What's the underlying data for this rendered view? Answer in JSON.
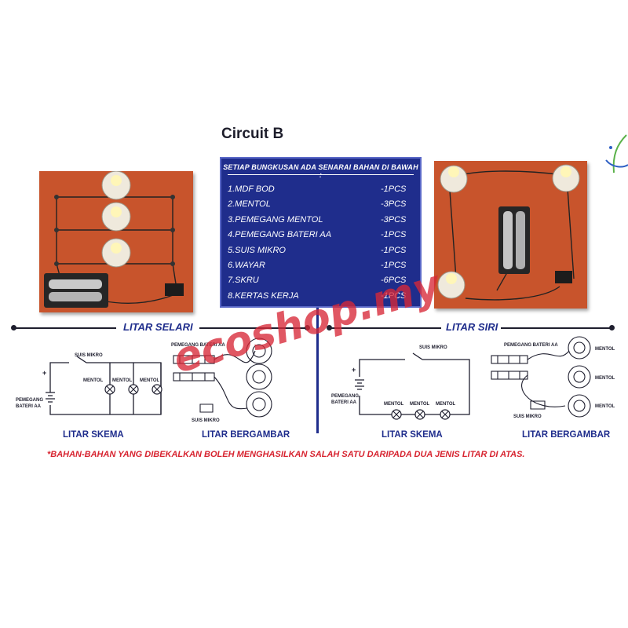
{
  "title": "Circuit B",
  "panel": {
    "heading": "SETIAP BUNGKUSAN ADA SENARAI BAHAN DI BAWAH :",
    "items": [
      {
        "name": "1.MDF BOD",
        "qty": "-1PCS"
      },
      {
        "name": "2.MENTOL",
        "qty": "-3PCS"
      },
      {
        "name": "3.PEMEGANG MENTOL",
        "qty": "-3PCS"
      },
      {
        "name": "4.PEMEGANG BATERI AA",
        "qty": "-1PCS"
      },
      {
        "name": "5.SUIS MIKRO",
        "qty": "-1PCS"
      },
      {
        "name": "6.WAYAR",
        "qty": "-1PCS"
      },
      {
        "name": "7.SKRU",
        "qty": "-6PCS"
      },
      {
        "name": "8.KERTAS KERJA",
        "qty": "-1PCS"
      }
    ]
  },
  "left_section": {
    "title": "LITAR SELARI",
    "schematic": {
      "switch_label": "SUIS MIKRO",
      "bulb_labels": [
        "MENTOL",
        "MENTOL",
        "MENTOL"
      ],
      "battery_label": "PEMEGANG BATERI AA",
      "caption": "LITAR SKEMA"
    },
    "pictorial": {
      "battery_label": "PEMEGANG BATERI AA",
      "switch_label": "SUIS MIKRO",
      "caption": "LITAR BERGAMBAR"
    }
  },
  "right_section": {
    "title": "LITAR SIRI",
    "schematic": {
      "switch_label": "SUIS MIKRO",
      "bulb_labels": [
        "MENTOL",
        "MENTOL",
        "MENTOL"
      ],
      "battery_label": "PEMEGANG BATERI AA",
      "caption": "LITAR SKEMA"
    },
    "pictorial": {
      "battery_label": "PEMEGANG BATERI AA",
      "bulb_labels": [
        "MENTOL",
        "MENTOL",
        "MENTOL"
      ],
      "switch_label": "SUIS MIKRO",
      "caption": "LITAR BERGAMBAR"
    }
  },
  "footnote": "*BAHAN-BAHAN YANG DIBEKALKAN BOLEH MENGHASILKAN SALAH SATU DARIPADA DUA JENIS LITAR DI ATAS.",
  "watermark": "ecoshop.my",
  "colors": {
    "board": "#c8542c",
    "panel": "#1f2d8c",
    "note": "#d7232f",
    "watermark": "#d72837"
  }
}
